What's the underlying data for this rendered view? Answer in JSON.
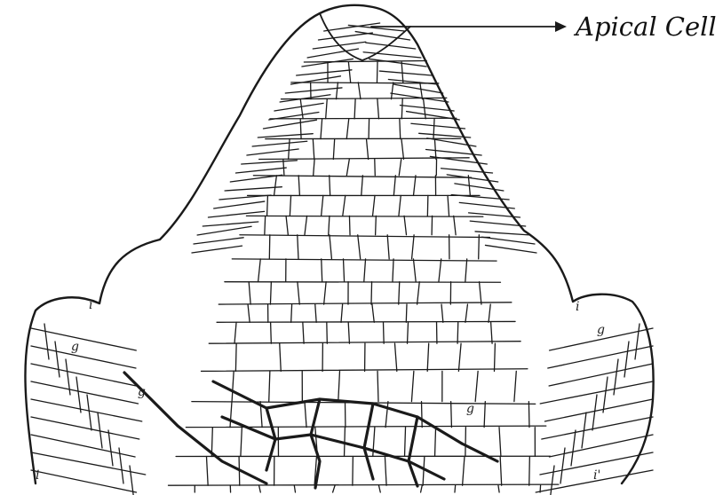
{
  "figure": {
    "annotation": "Apical Cell",
    "small_labels": [
      "i",
      "g",
      "g",
      "i",
      "g",
      "g",
      "i",
      "i'"
    ],
    "colors": {
      "ink": "#1a1a1a",
      "background": "#ffffff"
    }
  }
}
